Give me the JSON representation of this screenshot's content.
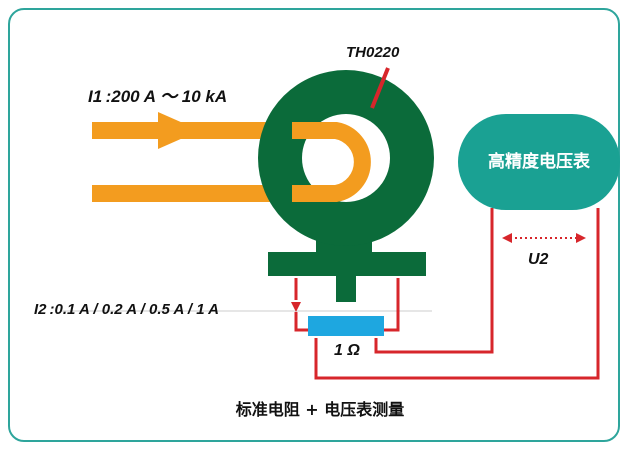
{
  "labels": {
    "current_primary": "I1 :200 A 〜 10 kA",
    "device_model": "TH0220",
    "meter": "高精度电压表",
    "voltage": "U2",
    "current_secondary": "I2 :0.1 A / 0.2 A / 0.5 A / 1 A",
    "resistor": "1 Ω",
    "caption": "标准电阻 + 电压表测量"
  },
  "colors": {
    "border": "#2ea59c",
    "conductor": "#f39c1f",
    "core": "#0b6b3a",
    "meter": "#1aa193",
    "wire": "#d7262b",
    "resistor": "#1ea7e0"
  }
}
